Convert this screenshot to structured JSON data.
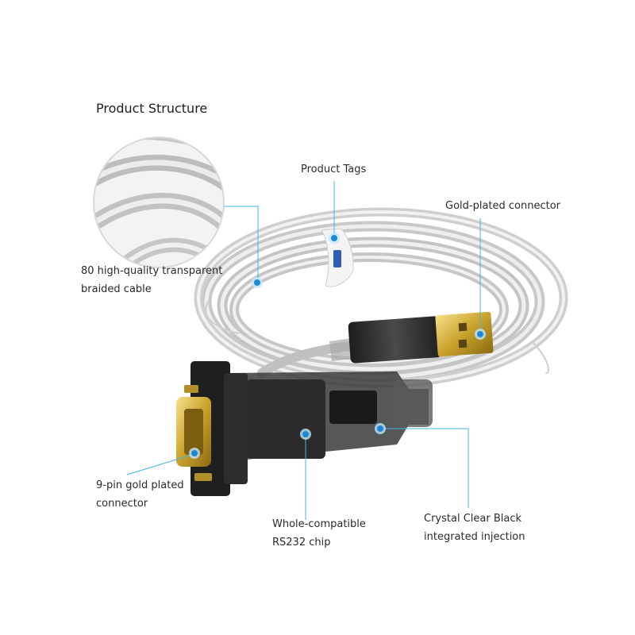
{
  "title": "Product Structure",
  "callouts": {
    "cable": "80 high-quality transparent\nbraided cable",
    "tags": "Product Tags",
    "usb": "Gold-plated connector",
    "db9": "9-pin gold plated\nconnector",
    "chip": "Whole-compatible\nRS232 chip",
    "injection": "Crystal Clear Black\nintegrated injection"
  },
  "colors": {
    "callout_line": "#45b4e6",
    "callout_dot": "#1e88d6"
  }
}
